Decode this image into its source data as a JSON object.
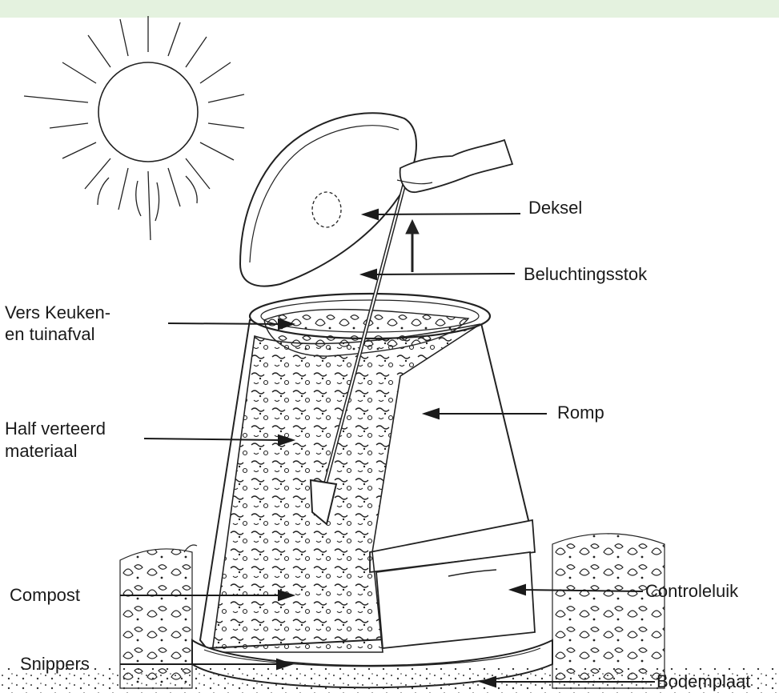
{
  "colors": {
    "top_band": "#e4f2df",
    "ink": "#1a1a1a",
    "background": "#ffffff"
  },
  "labels": {
    "deksel": "Deksel",
    "beluchtingsstok": "Beluchtingsstok",
    "vers_line1": "Vers Keuken-",
    "vers_line2": "en tuinafval",
    "romp": "Romp",
    "half_line1": "Half verteerd",
    "half_line2": "materiaal",
    "compost": "Compost",
    "controleluik": "Controleluik",
    "snippers": "Snippers",
    "bodemplaat": "Bodemplaat"
  }
}
